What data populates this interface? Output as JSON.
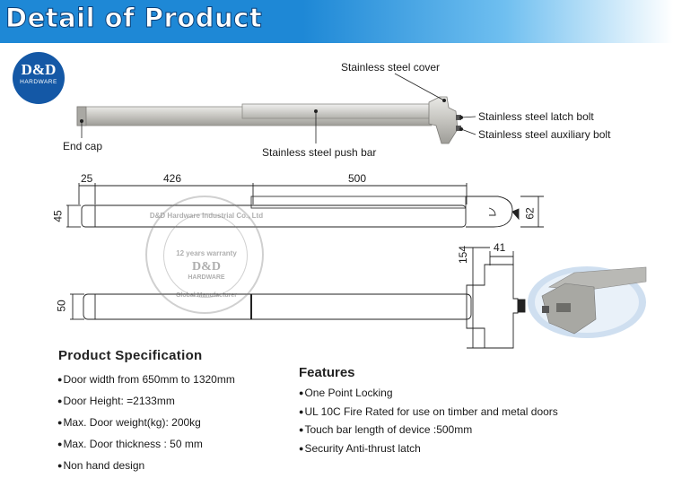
{
  "header": {
    "title": "Detail of Product"
  },
  "logo": {
    "main": "D&D",
    "sub": "HARDWARE"
  },
  "callouts": {
    "cover": "Stainless steel cover",
    "latch_bolt": "Stainless steel latch bolt",
    "auxiliary_bolt": "Stainless steel auxiliary bolt",
    "end_cap": "End cap",
    "push_bar": "Stainless steel push bar"
  },
  "dimensions": {
    "d25": "25",
    "d426": "426",
    "d500": "500",
    "d45": "45",
    "d62": "62",
    "d154": "154",
    "d41": "41",
    "d50": "50"
  },
  "watermark": {
    "ring_text": "D&D Hardware Industrial Co., Ltd",
    "warranty": "12 years warranty",
    "main": "D&D",
    "sub": "HARDWARE",
    "bottom": "Global Manufacturer"
  },
  "spec": {
    "title": "Product Specification",
    "items": [
      "Door width from 650mm to 1320mm",
      "Door Height: =2133mm",
      "Max. Door weight(kg): 200kg",
      "Max. Door thickness : 50 mm",
      "Non hand design"
    ]
  },
  "features": {
    "title": "Features",
    "items": [
      "One Point Locking",
      "UL 10C Fire Rated for use on timber and metal doors",
      "Touch bar length of device :500mm",
      "Security Anti-thrust latch"
    ]
  }
}
